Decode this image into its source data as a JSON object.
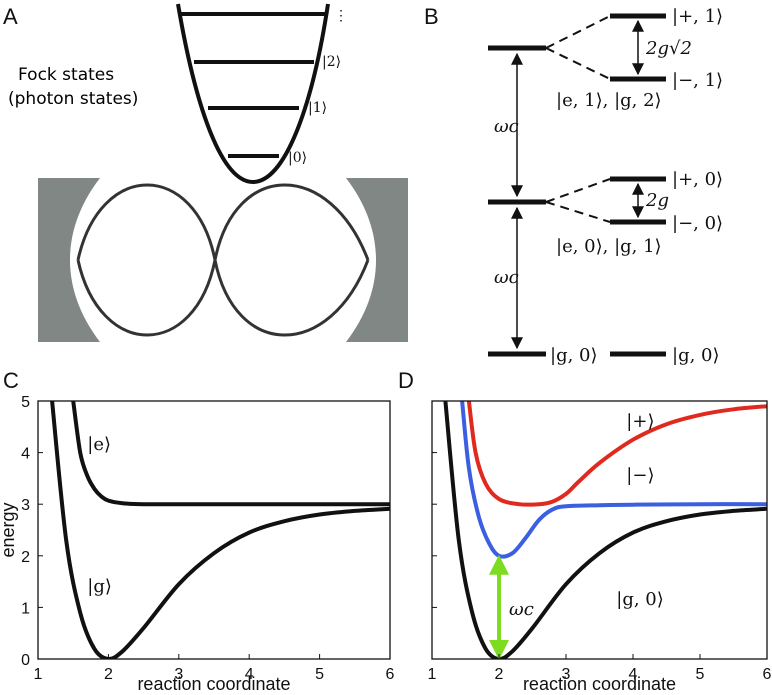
{
  "panels": {
    "A": {
      "letter": "A",
      "fock_label_line1": "Fock states",
      "fock_label_line2": "(photon states)",
      "levels": [
        "|0⟩",
        "|1⟩",
        "|2⟩"
      ],
      "dots": "⋮",
      "mirror_color": "#808784"
    },
    "B": {
      "letter": "B",
      "omega_c": "ωc",
      "coupling_1": "2g√2",
      "coupling_0": "2g",
      "states": {
        "plus1": "|+, 1⟩",
        "minus1": "|−, 1⟩",
        "e1g2": "|e, 1⟩, |g, 2⟩",
        "plus0": "|+, 0⟩",
        "minus0": "|−, 0⟩",
        "e0g1": "|e, 0⟩, |g, 1⟩",
        "g0_left": "|g, 0⟩",
        "g0_right": "|g, 0⟩"
      }
    }
  },
  "chart_data": [
    {
      "panel": "C",
      "type": "line",
      "xlabel": "reaction coordinate",
      "ylabel": "energy",
      "xlim": [
        1,
        6
      ],
      "ylim": [
        0,
        5
      ],
      "xticks": [
        "1",
        "2",
        "3",
        "4",
        "5",
        "6"
      ],
      "yticks": [
        "0",
        "1",
        "2",
        "3",
        "4",
        "5"
      ],
      "series": [
        {
          "name": "|g⟩",
          "color": "#111111",
          "x": [
            1.2,
            1.4,
            1.6,
            1.8,
            2.0,
            2.2,
            2.5,
            3.0,
            3.5,
            4.0,
            4.5,
            5.0,
            5.5,
            6.0
          ],
          "y": [
            5.0,
            2.3,
            0.9,
            0.2,
            0.0,
            0.15,
            0.6,
            1.45,
            2.05,
            2.45,
            2.67,
            2.8,
            2.87,
            2.91
          ]
        },
        {
          "name": "|e⟩",
          "color": "#111111",
          "x": [
            1.5,
            1.6,
            1.7,
            1.8,
            1.9,
            2.0,
            2.2,
            2.5,
            3.0,
            4.0,
            5.0,
            6.0
          ],
          "y": [
            5.0,
            4.0,
            3.55,
            3.3,
            3.15,
            3.07,
            3.02,
            3.0,
            3.0,
            3.0,
            3.0,
            3.0
          ]
        }
      ],
      "annotations": [
        "|e⟩",
        "|g⟩"
      ]
    },
    {
      "panel": "D",
      "type": "line",
      "xlabel": "reaction coordinate",
      "xlim": [
        1,
        6
      ],
      "ylim": [
        0,
        5
      ],
      "xticks": [
        "1",
        "2",
        "3",
        "4",
        "5",
        "6"
      ],
      "series": [
        {
          "name": "|g, 0⟩",
          "color": "#111111",
          "x": [
            1.2,
            1.4,
            1.6,
            1.8,
            2.0,
            2.2,
            2.5,
            3.0,
            3.5,
            4.0,
            4.5,
            5.0,
            5.5,
            6.0
          ],
          "y": [
            5.0,
            2.3,
            0.9,
            0.2,
            0.0,
            0.15,
            0.6,
            1.45,
            2.05,
            2.45,
            2.67,
            2.8,
            2.87,
            2.91
          ]
        },
        {
          "name": "|−⟩",
          "color": "#3b5fe0",
          "x": [
            1.45,
            1.55,
            1.7,
            1.85,
            2.0,
            2.2,
            2.4,
            2.6,
            2.8,
            3.0,
            3.5,
            4.0,
            5.0,
            6.0
          ],
          "y": [
            5.0,
            3.7,
            2.75,
            2.25,
            2.0,
            2.05,
            2.35,
            2.7,
            2.9,
            2.96,
            2.98,
            2.99,
            3.0,
            3.0
          ]
        },
        {
          "name": "|+⟩",
          "color": "#e02a1f",
          "x": [
            1.55,
            1.65,
            1.8,
            2.0,
            2.3,
            2.6,
            2.8,
            3.0,
            3.2,
            3.5,
            4.0,
            4.5,
            5.0,
            5.5,
            6.0
          ],
          "y": [
            5.0,
            4.0,
            3.4,
            3.1,
            3.0,
            3.0,
            3.05,
            3.2,
            3.45,
            3.8,
            4.25,
            4.55,
            4.73,
            4.84,
            4.9
          ]
        }
      ],
      "arrow": {
        "x": 2.0,
        "y_from": 0.0,
        "y_to": 2.0,
        "color": "#7ddc1f",
        "label": "ωc"
      },
      "annotations": [
        "|+⟩",
        "|−⟩",
        "|g, 0⟩",
        "ωc"
      ]
    }
  ]
}
